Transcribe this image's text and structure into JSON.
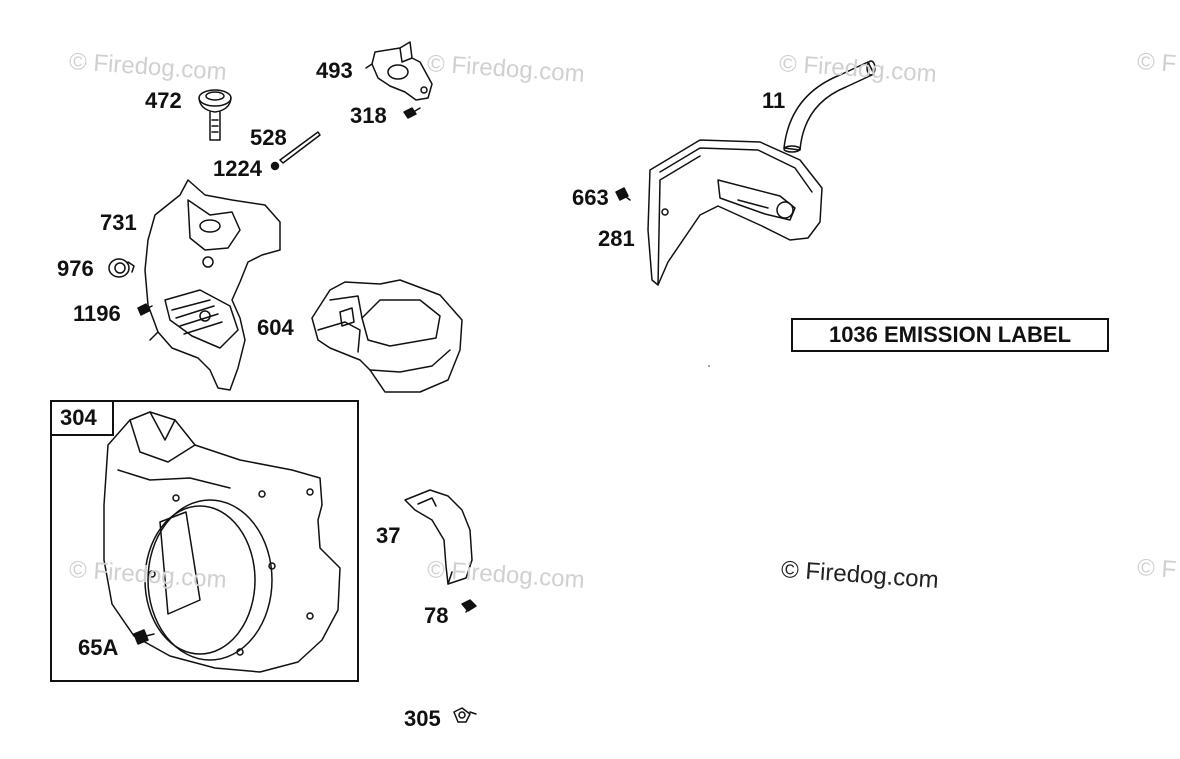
{
  "watermark": {
    "text": "© Firedog.com",
    "edge_text": "© F",
    "color": "#d0d0d0"
  },
  "callouts": {
    "p493": "493",
    "p472": "472",
    "p318": "318",
    "p528": "528",
    "p1224": "1224",
    "p731": "731",
    "p976": "976",
    "p1196": "1196",
    "p604": "604",
    "p11": "11",
    "p663": "663",
    "p281": "281",
    "p304": "304",
    "p37": "37",
    "p78": "78",
    "p65A": "65A",
    "p305": "305"
  },
  "emission_label": "1036 EMISSION LABEL",
  "icons": {
    "dipstick": "dipstick-icon",
    "bracket": "throttle-bracket-icon",
    "screw": "screw-icon",
    "tube": "tube-icon",
    "shroud": "cylinder-shroud-icon",
    "grommet": "grommet-icon",
    "air_guide": "air-guide-icon",
    "hose": "breather-hose-icon",
    "shield": "heat-shield-icon",
    "blower_housing": "blower-housing-icon",
    "deflector": "deflector-icon",
    "nut": "nut-icon"
  }
}
